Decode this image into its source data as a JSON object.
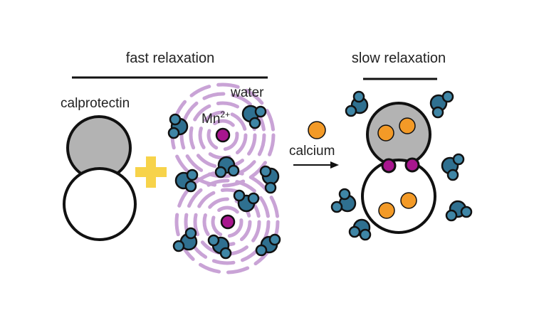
{
  "labels": {
    "fast_relaxation": "fast relaxation",
    "slow_relaxation": "slow relaxation",
    "calprotectin": "calprotectin",
    "water": "water",
    "mn": "Mn",
    "mn_charge": "2+",
    "calcium": "calcium"
  },
  "colors": {
    "protein_top": "#b3b3b3",
    "protein_bottom": "#ffffff",
    "outline": "#111111",
    "plus": "#f7d34a",
    "mn": "#a8168e",
    "water": "#3f86a6",
    "water_back": "#2f7090",
    "wave": "#c9a3d6",
    "calcium": "#f39a27"
  },
  "icons": {
    "plus": "plus-icon",
    "arrow": "reaction-arrow-icon",
    "wave": "relaxation-wave-icon"
  }
}
